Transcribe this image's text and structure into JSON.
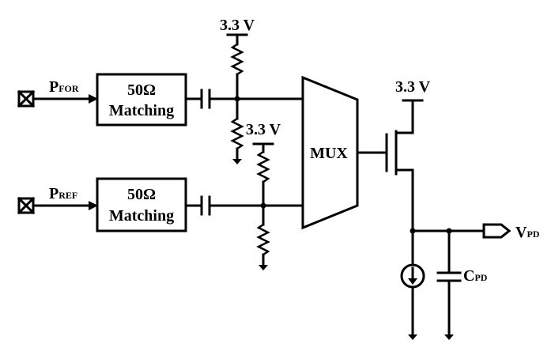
{
  "diagram": {
    "supply_top": "3.3 V",
    "supply_mid": "3.3 V",
    "supply_right": "3.3 V",
    "input_for": {
      "main": "P",
      "sub": "FOR"
    },
    "input_ref": {
      "main": "P",
      "sub": "REF"
    },
    "match_for": {
      "line1": "50Ω",
      "line2": "Matching"
    },
    "match_ref": {
      "line1": "50Ω",
      "line2": "Matching"
    },
    "mux_label": "MUX",
    "output": {
      "main": "V",
      "sub": "PD"
    },
    "cap_label": {
      "main": "C",
      "sub": "PD"
    }
  }
}
